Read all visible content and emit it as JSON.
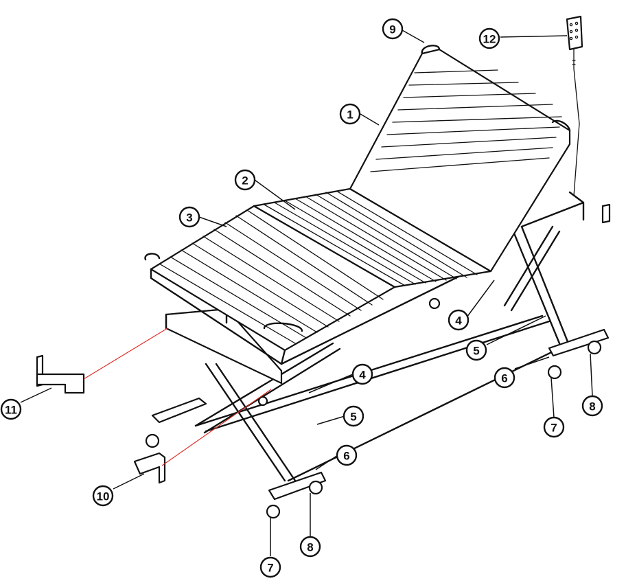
{
  "callouts": [
    {
      "label": "1"
    },
    {
      "label": "2"
    },
    {
      "label": "3"
    },
    {
      "label": "4"
    },
    {
      "label": "4"
    },
    {
      "label": "5"
    },
    {
      "label": "5"
    },
    {
      "label": "6"
    },
    {
      "label": "6"
    },
    {
      "label": "7"
    },
    {
      "label": "7"
    },
    {
      "label": "8"
    },
    {
      "label": "8"
    },
    {
      "label": "9"
    },
    {
      "label": "10"
    },
    {
      "label": "11"
    },
    {
      "label": "12"
    }
  ],
  "colors": {
    "line": "#111111",
    "guide": "#e0302a",
    "background": "#ffffff"
  }
}
